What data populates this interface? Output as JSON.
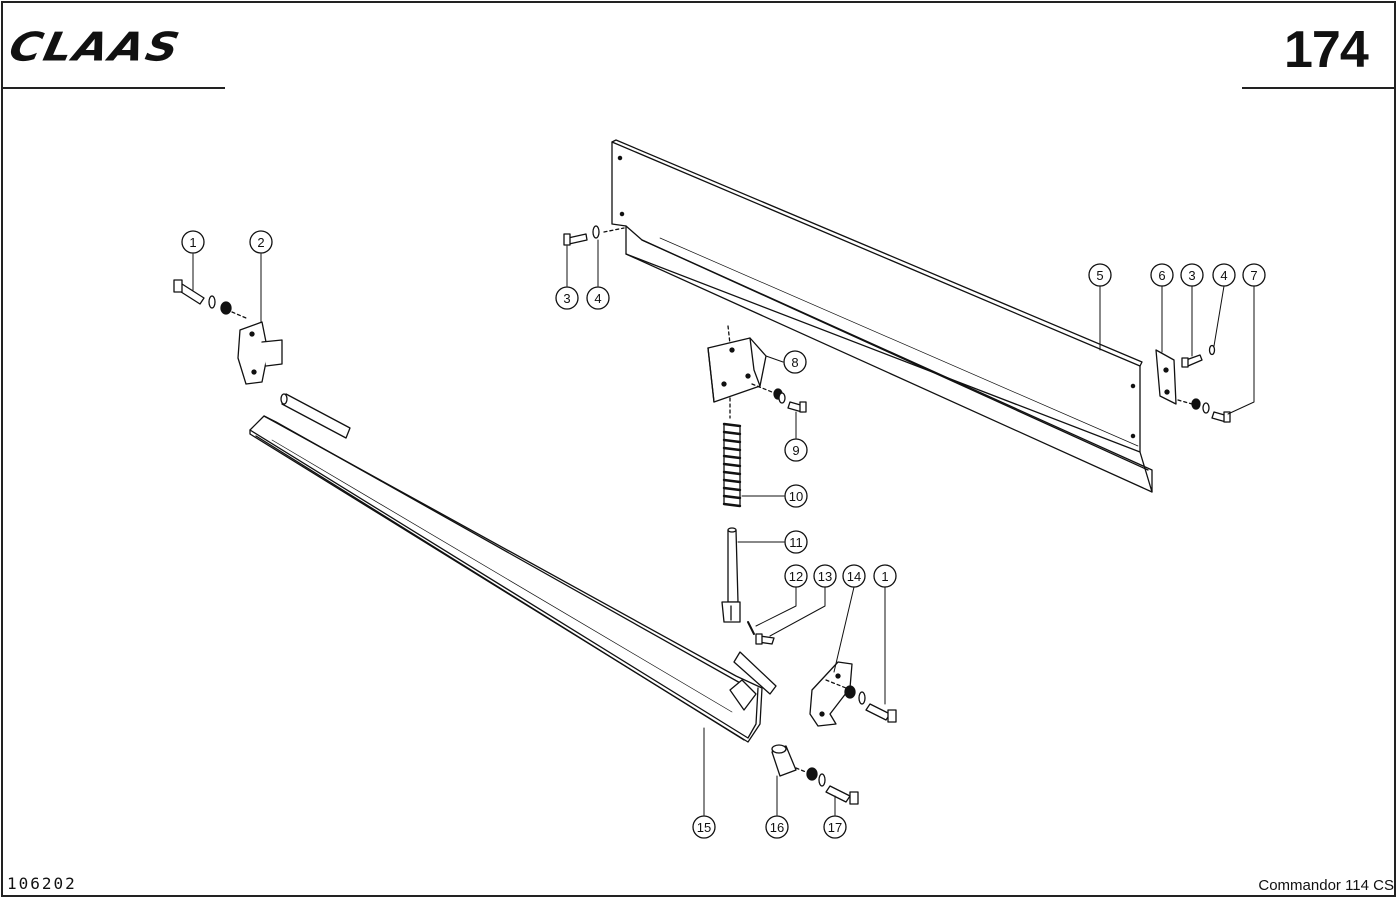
{
  "header": {
    "brand": "CLAAS",
    "page_number": "174"
  },
  "footer": {
    "doc_code": "106202",
    "model": "Commandor 114 CS"
  },
  "callouts": [
    {
      "id": "c1a",
      "label": "1"
    },
    {
      "id": "c2",
      "label": "2"
    },
    {
      "id": "c3a",
      "label": "3"
    },
    {
      "id": "c4a",
      "label": "4"
    },
    {
      "id": "c5",
      "label": "5"
    },
    {
      "id": "c6",
      "label": "6"
    },
    {
      "id": "c3b",
      "label": "3"
    },
    {
      "id": "c4b",
      "label": "4"
    },
    {
      "id": "c7",
      "label": "7"
    },
    {
      "id": "c8",
      "label": "8"
    },
    {
      "id": "c9",
      "label": "9"
    },
    {
      "id": "c10",
      "label": "10"
    },
    {
      "id": "c11",
      "label": "11"
    },
    {
      "id": "c12",
      "label": "12"
    },
    {
      "id": "c13",
      "label": "13"
    },
    {
      "id": "c14",
      "label": "14"
    },
    {
      "id": "c1b",
      "label": "1"
    },
    {
      "id": "c15",
      "label": "15"
    },
    {
      "id": "c16",
      "label": "16"
    },
    {
      "id": "c17",
      "label": "17"
    }
  ]
}
